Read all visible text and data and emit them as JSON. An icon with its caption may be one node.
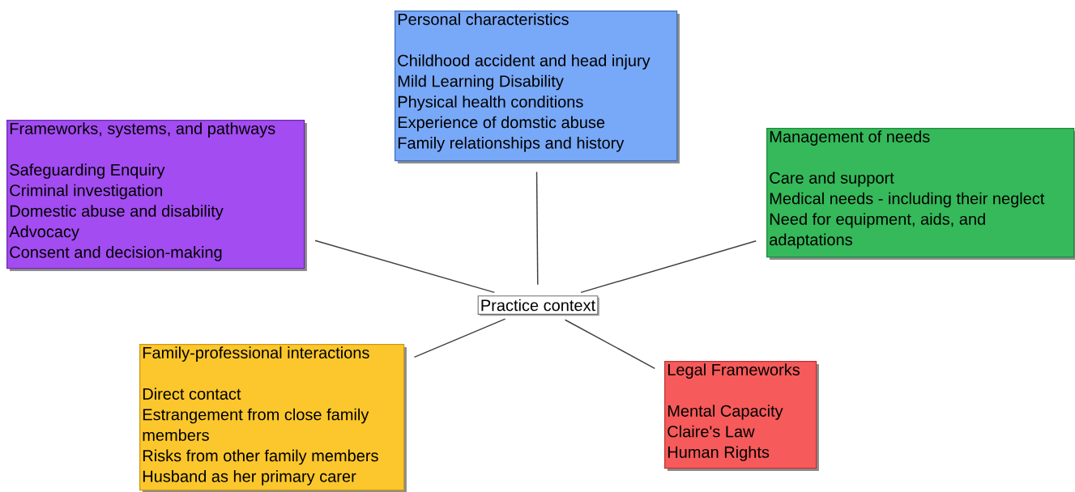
{
  "diagram": {
    "nodes": [
      {
        "text": [
          "Personal characteristics",
          "Childhood accident and head injury",
          "Mild Learning Disability",
          "Physical health conditions",
          "Experience of domstic abuse",
          "Family relationships and history"
        ]
      },
      {
        "text": [
          "Frameworks, systems, and pathways",
          "Safeguarding Enquiry",
          "Criminal investigation",
          "Domestic abuse and disability",
          "Advocacy",
          "Consent and decision-making"
        ]
      },
      {
        "text": [
          "Management of needs",
          "Care and support",
          "Medical needs - including their neglect",
          "Need for equipment, aids, and adaptations"
        ]
      },
      {
        "text": [
          "Practice context"
        ]
      },
      {
        "text": [
          "Family-professional interactions",
          "Direct contact",
          "Estrangement from close family members",
          "Risks from other family members",
          "Husband as her primary carer"
        ]
      },
      {
        "text": [
          "Legal Frameworks",
          "Mental Capacity",
          "Claire's Law",
          "Human Rights"
        ]
      }
    ],
    "edges": [
      {
        "from": 3,
        "to": 0,
        "arrow": "none"
      },
      {
        "from": 3,
        "to": 1,
        "arrow": "none"
      },
      {
        "from": 3,
        "to": 2,
        "arrow": "none"
      },
      {
        "from": 3,
        "to": 4,
        "arrow": "none"
      },
      {
        "from": 3,
        "to": 5,
        "arrow": "none"
      }
    ]
  }
}
